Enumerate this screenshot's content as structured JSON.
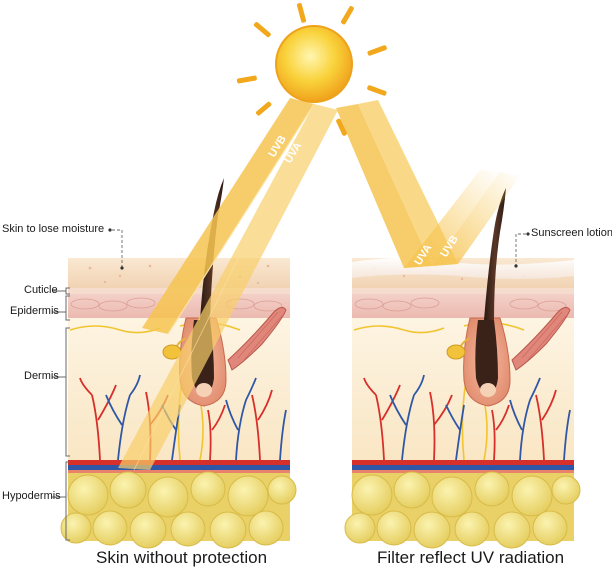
{
  "left_panel": {
    "caption": "Skin without protection",
    "beam_labels": [
      "UVB",
      "UVA"
    ]
  },
  "right_panel": {
    "caption": "Filter reflect UV radiation",
    "beam_labels": [
      "UVA",
      "UVB"
    ]
  },
  "annotations": {
    "moisture": "Skin to lose moisture",
    "sunscreen": "Sunscreen lotion"
  },
  "layers": [
    "Cuticle",
    "Epidermis",
    "Dermis",
    "Hypodermis"
  ],
  "colors": {
    "sun": "#f7c326",
    "beam": "#f6c451",
    "skin_top": "#f5dcc0",
    "epidermis": "#f2c7c0",
    "dermis": "#fcefd6",
    "fat": "#eedc72",
    "artery": "#d7302a",
    "vein": "#3057a7",
    "nerve": "#f0c530"
  }
}
